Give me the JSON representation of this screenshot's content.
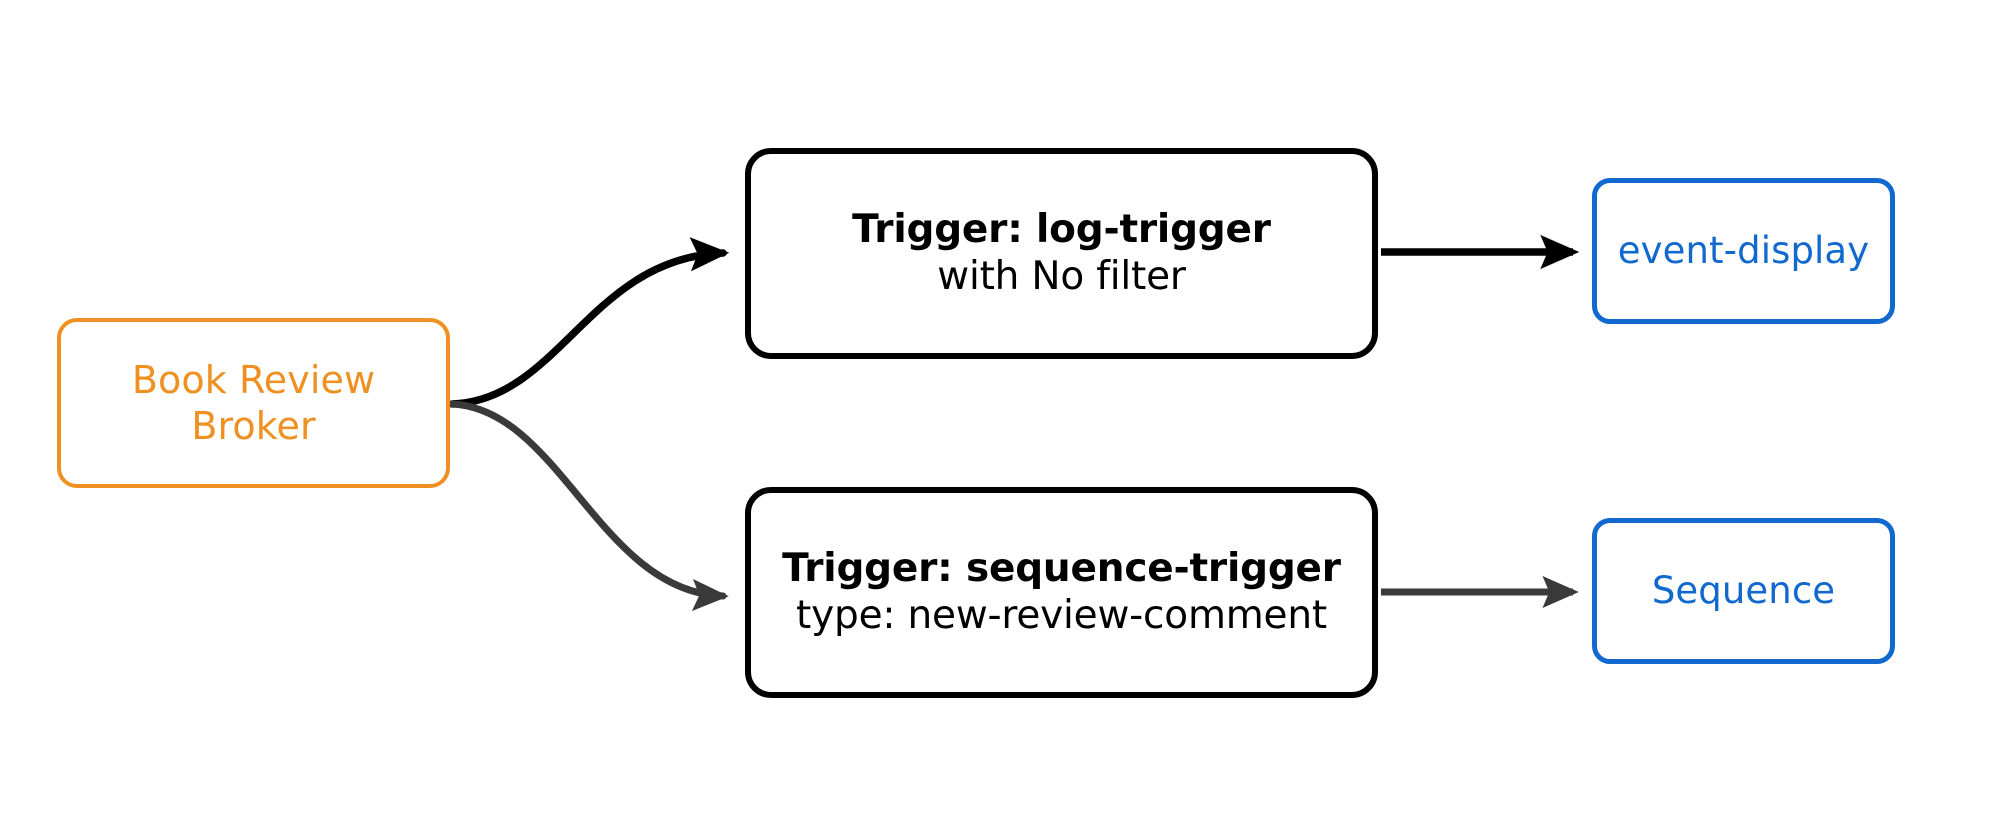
{
  "diagram": {
    "type": "flow-diagram",
    "title": "Book Review Broker trigger flow",
    "background_color": "#ffffff",
    "colors": {
      "broker_orange": "#ef9122",
      "trigger_black": "#000000",
      "sink_blue": "#1168cf",
      "edge_black": "#000000",
      "edge_gray": "#3a3a3a"
    }
  },
  "nodes": {
    "broker": {
      "id": "book-review-broker",
      "kind": "broker",
      "line1": "Book Review",
      "line2": "Broker",
      "color": "#ef9122"
    },
    "trigger_log": {
      "id": "log-trigger",
      "kind": "trigger",
      "title": "Trigger: log-trigger",
      "subtitle": "with No filter",
      "color": "#000000"
    },
    "trigger_sequence": {
      "id": "sequence-trigger",
      "kind": "trigger",
      "title": "Trigger: sequence-trigger",
      "subtitle": "type: new-review-comment",
      "color": "#000000"
    },
    "sink_event_display": {
      "id": "event-display",
      "kind": "sink",
      "label": "event-display",
      "color": "#1168cf"
    },
    "sink_sequence": {
      "id": "sequence",
      "kind": "sink",
      "label": "Sequence",
      "color": "#1168cf"
    }
  },
  "edges": [
    {
      "id": "broker-to-log-trigger",
      "from": "book-review-broker",
      "to": "log-trigger",
      "label": "",
      "style": "curved",
      "color": "#000000",
      "arrowhead": "solid-triangle"
    },
    {
      "id": "broker-to-sequence-trigger",
      "from": "book-review-broker",
      "to": "sequence-trigger",
      "label": "",
      "style": "curved",
      "color": "#3a3a3a",
      "arrowhead": "solid-triangle"
    },
    {
      "id": "log-trigger-to-event-display",
      "from": "log-trigger",
      "to": "event-display",
      "label": "",
      "style": "straight",
      "color": "#000000",
      "arrowhead": "solid-triangle"
    },
    {
      "id": "sequence-trigger-to-sequence",
      "from": "sequence-trigger",
      "to": "sequence",
      "label": "",
      "style": "straight",
      "color": "#3a3a3a",
      "arrowhead": "solid-triangle"
    }
  ]
}
